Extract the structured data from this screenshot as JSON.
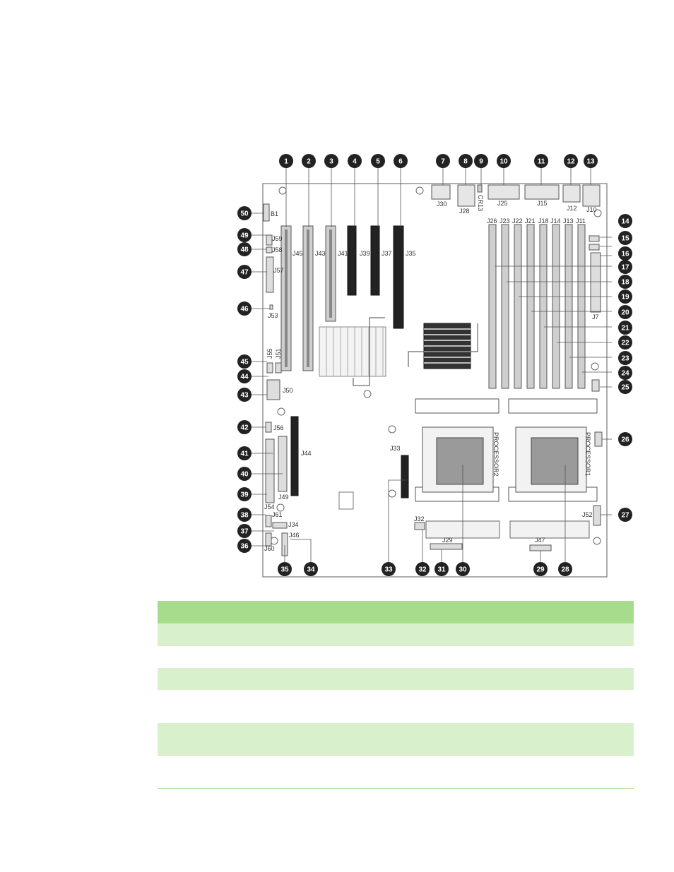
{
  "colors": {
    "board_fill": "#ffffff",
    "board_stroke": "#777777",
    "callout_fill": "#222222",
    "table_header": "#a6dc8c",
    "table_shaded": "#d9f0cc",
    "table_rule": "#a6dc8c"
  },
  "connector_labels": {
    "B1": "B1",
    "J59": "J59",
    "J58": "J58",
    "J57": "J57",
    "J53": "J53",
    "J55": "J55",
    "J51": "J51",
    "J50": "J50",
    "J56": "J56",
    "J54": "J54",
    "J49": "J49",
    "J44": "J44",
    "J61": "J61",
    "J60": "J60",
    "J34": "J34",
    "J46": "J46",
    "J45": "J45",
    "J43": "J43",
    "J41": "J41",
    "J39": "J39",
    "J37": "J37",
    "J35": "J35",
    "J30": "J30",
    "J28": "J28",
    "CR13": "CR13",
    "J25": "J25",
    "J15": "J15",
    "J12": "J12",
    "J10": "J10",
    "J26": "J26",
    "J23": "J23",
    "J22": "J22",
    "J21": "J21",
    "J18": "J18",
    "J14": "J14",
    "J13": "J13",
    "J11": "J11",
    "J7": "J7",
    "J33": "J33",
    "J32": "J32",
    "J29": "J29",
    "J47": "J47",
    "J52": "J52",
    "PROCESSOR2": "PROCESSOR2",
    "PROCESSOR1": "PROCESSOR1"
  },
  "callouts": [
    "1",
    "2",
    "3",
    "4",
    "5",
    "6",
    "7",
    "8",
    "9",
    "10",
    "11",
    "12",
    "13",
    "14",
    "15",
    "16",
    "17",
    "18",
    "19",
    "20",
    "21",
    "22",
    "23",
    "24",
    "25",
    "26",
    "27",
    "28",
    "29",
    "30",
    "31",
    "32",
    "33",
    "34",
    "35",
    "36",
    "37",
    "38",
    "39",
    "40",
    "41",
    "42",
    "43",
    "44",
    "45",
    "46",
    "47",
    "48",
    "49",
    "50"
  ]
}
